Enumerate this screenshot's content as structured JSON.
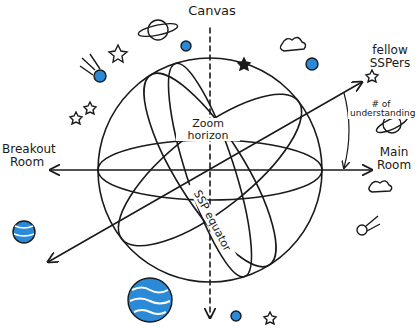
{
  "diagram": {
    "labels": [
      "Canvas",
      "fellow SSPers",
      "# of understanding",
      "Zoom horizon",
      "Breakout Room",
      "Main Room",
      "SSP equator"
    ]
  }
}
